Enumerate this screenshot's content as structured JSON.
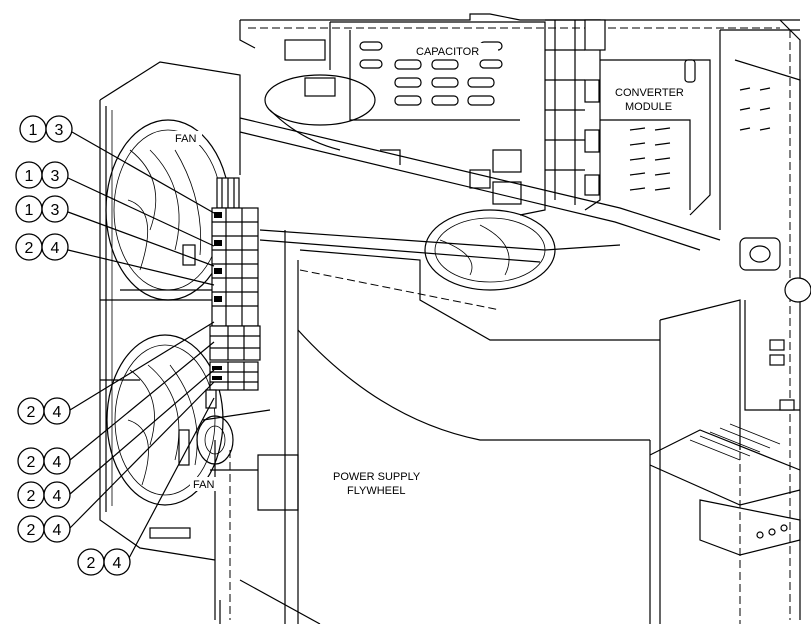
{
  "components": {
    "capacitor": "CAPACITOR",
    "converter_line1": "CONVERTER",
    "converter_line2": "MODULE",
    "fan_upper": "FAN",
    "fan_lower": "FAN",
    "power_supply_line1": "POWER SUPPLY",
    "power_supply_line2": "FLYWHEEL"
  },
  "callouts": [
    {
      "a": "1",
      "b": "3"
    },
    {
      "a": "1",
      "b": "3"
    },
    {
      "a": "1",
      "b": "3"
    },
    {
      "a": "2",
      "b": "4"
    },
    {
      "a": "2",
      "b": "4"
    },
    {
      "a": "2",
      "b": "4"
    },
    {
      "a": "2",
      "b": "4"
    },
    {
      "a": "2",
      "b": "4"
    },
    {
      "a": "2",
      "b": "4"
    }
  ]
}
